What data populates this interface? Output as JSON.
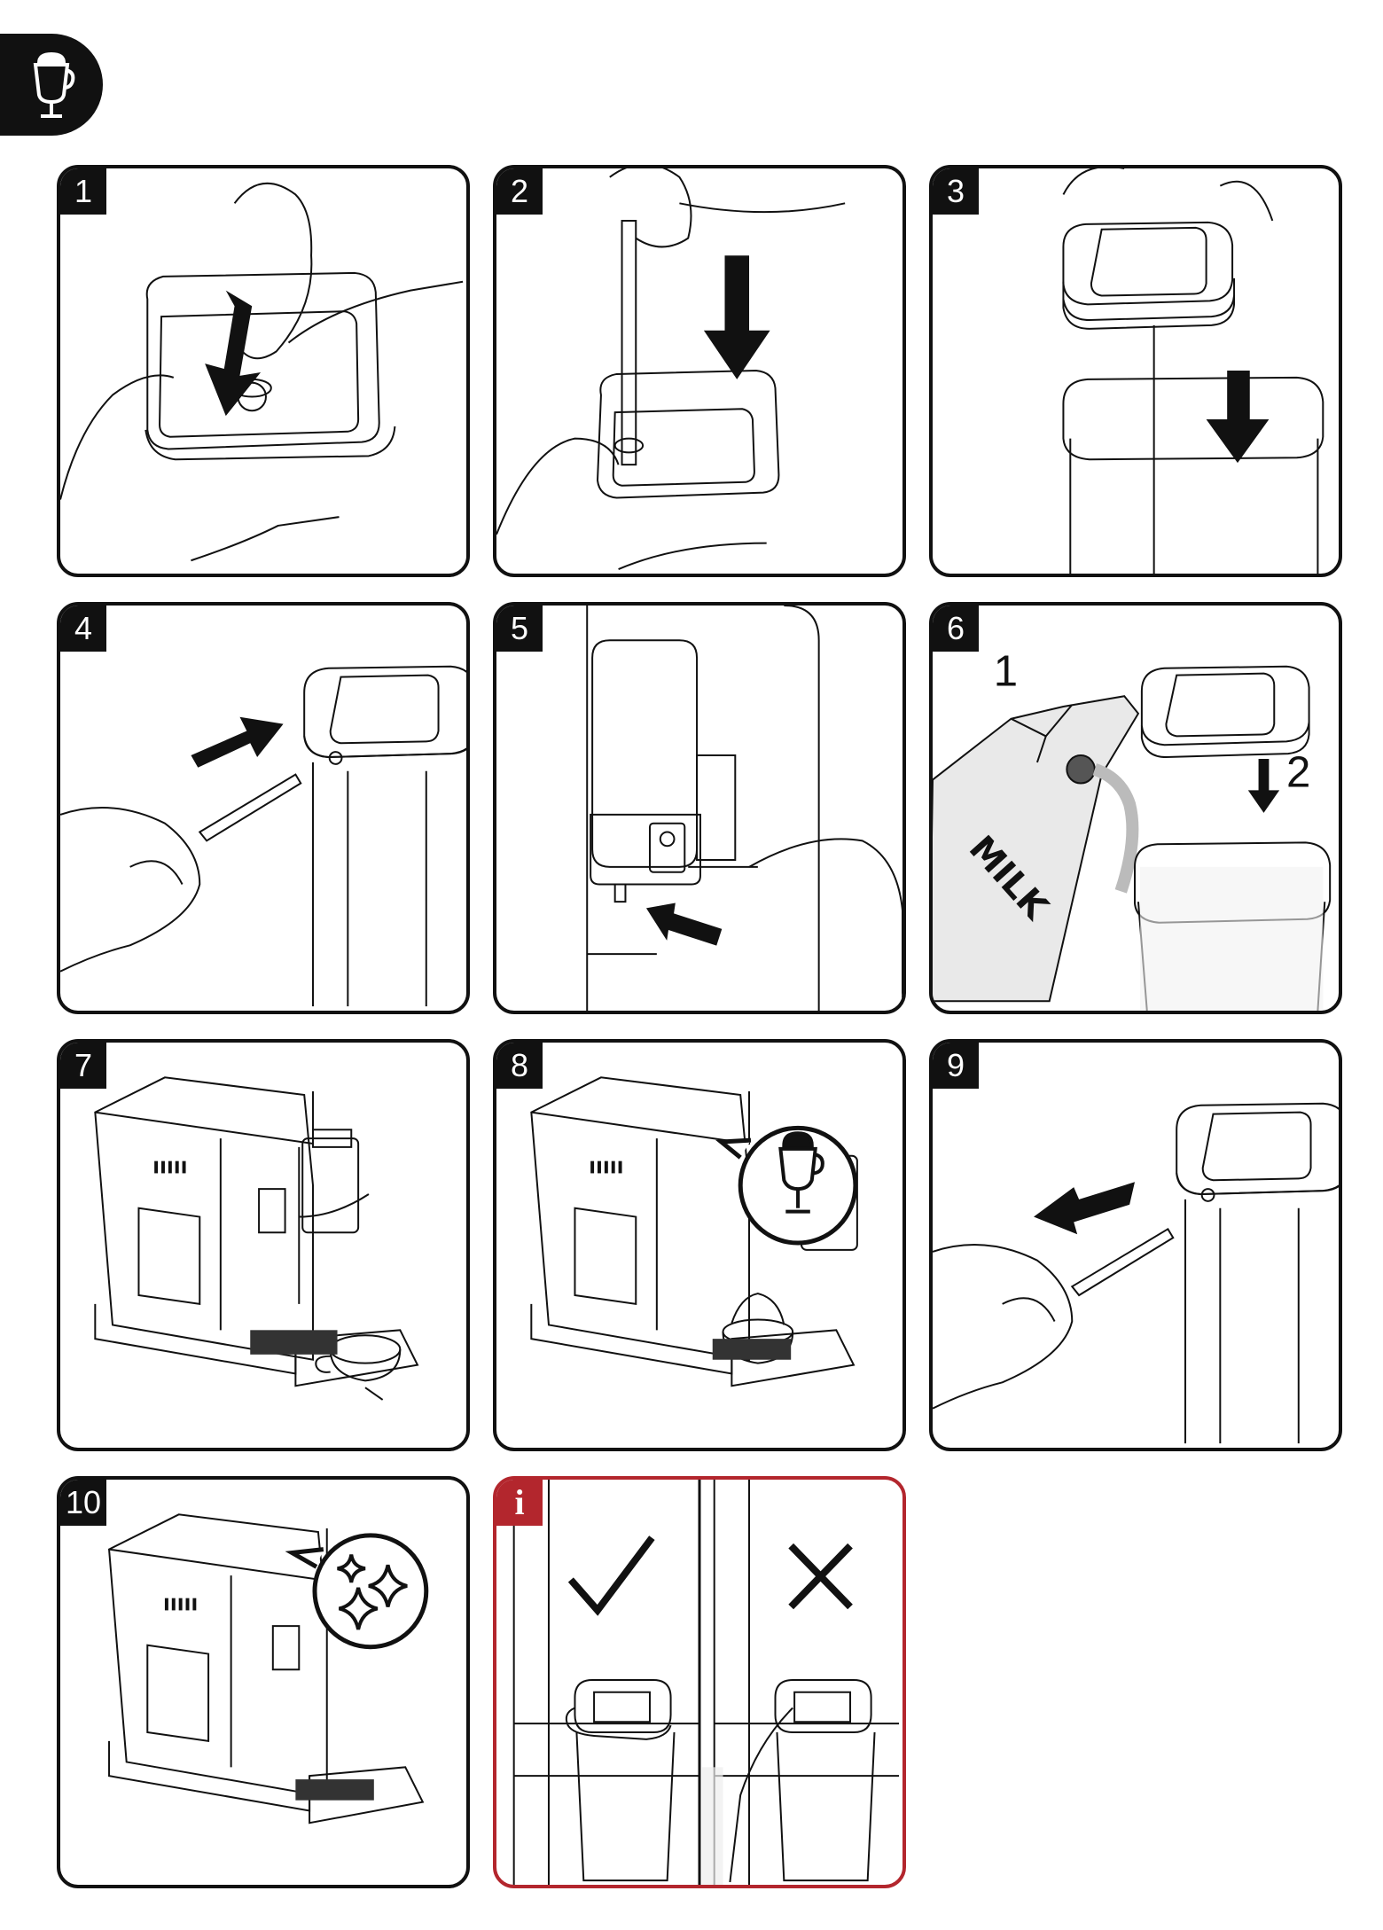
{
  "header": {
    "icon": "latte-glass-icon"
  },
  "steps": [
    {
      "number": "1"
    },
    {
      "number": "2"
    },
    {
      "number": "3"
    },
    {
      "number": "4"
    },
    {
      "number": "5"
    },
    {
      "number": "6"
    },
    {
      "number": "7"
    },
    {
      "number": "8"
    },
    {
      "number": "9"
    },
    {
      "number": "10"
    }
  ],
  "step6": {
    "sub_label_1": "1",
    "sub_label_2": "2",
    "carton_text": "MILK"
  },
  "info_panel": {
    "badge": "i",
    "correct_icon": "checkmark-icon",
    "wrong_icon": "cross-icon",
    "accent_color": "#b3262d"
  }
}
